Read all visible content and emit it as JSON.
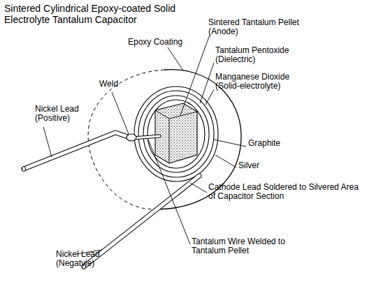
{
  "diagram": {
    "title": "Sintered Cylindrical Epoxy-coated Solid Electrolyte Tantalum Capacitor",
    "labels": [
      "Epoxy Coating",
      "Sintered Tantalum Pellet (Anode)",
      "Tantalum Pentoxide (Dielectric)",
      "Weld",
      "Manganese Dioxide (Solid-electrolyte)",
      "Nickel Lead (Positive)",
      "Graphite",
      "Silver",
      "Cathode Lead Soldered to Silvered Area of Capacitor Section",
      "Tantalum Wire Welded to Tantalum Pellet",
      "Nickel Lead (Negatvie)"
    ]
  }
}
